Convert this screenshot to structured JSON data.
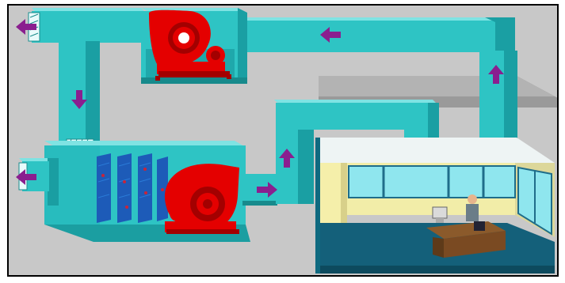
{
  "diagram": {
    "subject": "hvac-air-handling-system",
    "components": {
      "return_fan": {
        "icon": "return-fan-icon"
      },
      "supply_fan": {
        "icon": "supply-fan-icon"
      },
      "coil_bank": {
        "icon": "heating-cooling-coil-icon",
        "count": 4
      },
      "room": {
        "icon": "office-room-icon"
      },
      "occupant": {
        "icon": "person-at-desk-icon"
      }
    },
    "flow_arrows": [
      {
        "id": "exhaust-out",
        "direction": "left"
      },
      {
        "id": "return-to-exhaust",
        "direction": "left"
      },
      {
        "id": "room-return-up",
        "direction": "up"
      },
      {
        "id": "recirc-down",
        "direction": "down"
      },
      {
        "id": "outside-air-in",
        "direction": "left"
      },
      {
        "id": "supply-out",
        "direction": "right"
      },
      {
        "id": "supply-up",
        "direction": "up"
      }
    ],
    "colors": {
      "background": "#c8c8c8",
      "border": "#000000",
      "duct_face": "#2ec4c4",
      "duct_top": "#7fe3e3",
      "duct_side": "#1a9fa3",
      "duct_front": "#22b5b8",
      "fan": "#e40000",
      "fan_dark": "#a30000",
      "coil": "#1d5bb8",
      "arrow": "#8a1f8f",
      "room_floor": "#14607a",
      "room_wall_back": "#f2eda8",
      "window": "#8fe6ee",
      "ceiling": "#eef4f4",
      "roof": "#9a9a9a",
      "desk": "#8b5a2b"
    }
  }
}
